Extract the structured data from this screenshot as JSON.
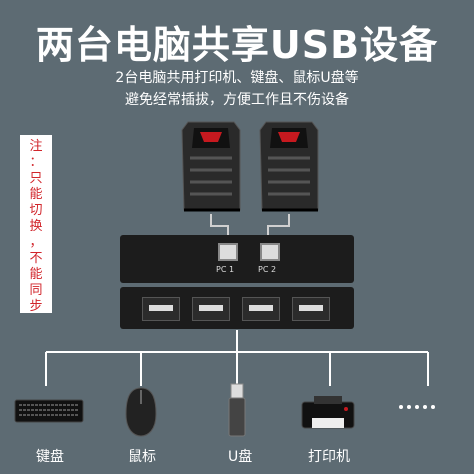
{
  "title": "两台电脑共享USB设备",
  "subtitle_line1": "2台电脑共用打印机、键盘、鼠标U盘等",
  "subtitle_line2": "避免经常插拔，方便工作且不伤设备",
  "note_chars": [
    "注",
    "：",
    "只",
    "能",
    "切",
    "换",
    "，",
    "不",
    "能",
    "同",
    "步"
  ],
  "pc_ports": [
    "PC 1",
    "PC 2"
  ],
  "devices": [
    {
      "label": "键盘",
      "icon": "keyboard-icon"
    },
    {
      "label": "鼠标",
      "icon": "mouse-icon"
    },
    {
      "label": "U盘",
      "icon": "usb-drive-icon"
    },
    {
      "label": "打印机",
      "icon": "printer-icon"
    },
    {
      "label": "",
      "icon": "more-dots-icon"
    }
  ],
  "colors": {
    "background": "#5d6b73",
    "note_text": "#d1252b",
    "box": "#1c1c1c"
  }
}
